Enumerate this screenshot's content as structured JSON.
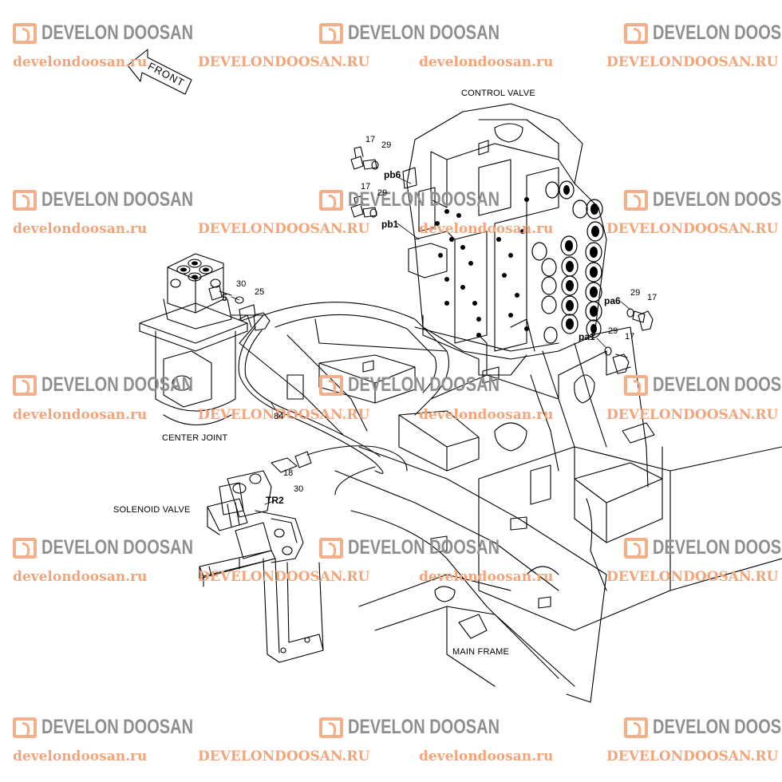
{
  "watermark": {
    "brand": "DEVELON DOOSAN",
    "url_lower": "develondoosan.ru",
    "url_upper": "DEVELONDOOSAN.RU",
    "brand_color": "#8f8f8f",
    "accent_color": "#f2a57a"
  },
  "orientation": {
    "front_label": "FRONT"
  },
  "captions": {
    "control_valve": "CONTROL VALVE",
    "center_joint": "CENTER JOINT",
    "solenoid_valve": "SOLENOID VALVE",
    "main_frame": "MAIN FRAME"
  },
  "callouts": {
    "n17": "17",
    "n29": "29",
    "pb6": "pb6",
    "pb1": "pb1",
    "pa6": "pa6",
    "pa1": "pa1",
    "n5": "5",
    "n30": "30",
    "n25": "25",
    "n84": "84",
    "n18": "18",
    "tr2": "TR2"
  }
}
